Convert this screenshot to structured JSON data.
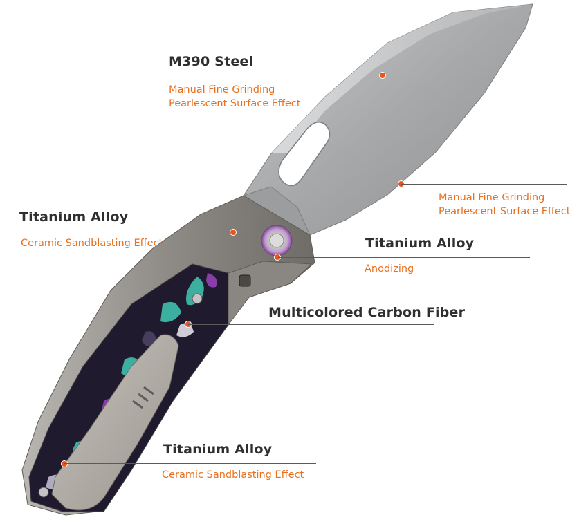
{
  "callouts": {
    "blade_steel": {
      "title": "M390 Steel",
      "lines": [
        "Manual Fine Grinding",
        "Pearlescent Surface Effect"
      ]
    },
    "blade_finish": {
      "lines": [
        "Manual Fine Grinding",
        "Pearlescent Surface Effect"
      ]
    },
    "handle_frame": {
      "title": "Titanium Alloy",
      "lines": [
        "Ceramic Sandblasting Effect"
      ]
    },
    "pivot": {
      "title": "Titanium Alloy",
      "lines": [
        "Anodizing"
      ]
    },
    "inlay": {
      "title": "Multicolored Carbon Fiber"
    },
    "clip": {
      "title": "Titanium Alloy",
      "lines": [
        "Ceramic Sandblasting Effect"
      ]
    }
  },
  "colors": {
    "accent_orange": "#e8701f",
    "marker_red": "#e8551e",
    "title_text": "#2f2f2f",
    "blade_steel": "#a8a9ab",
    "titanium": "#8d8a86",
    "carbon_teal": "#3fb8a8",
    "carbon_purple": "#8e3fb0",
    "pivot_anodized": "#b58ac9"
  }
}
